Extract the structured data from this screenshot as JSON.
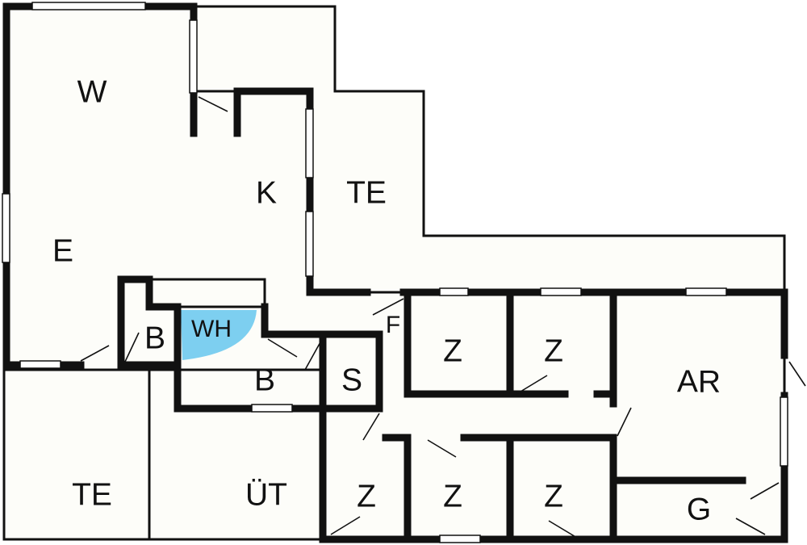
{
  "floor_plan": {
    "rooms": [
      {
        "id": "w",
        "label": "W"
      },
      {
        "id": "e",
        "label": "E"
      },
      {
        "id": "k",
        "label": "K"
      },
      {
        "id": "te1",
        "label": "TE"
      },
      {
        "id": "b1",
        "label": "B"
      },
      {
        "id": "wh",
        "label": "WH",
        "color": "#7dcff0"
      },
      {
        "id": "f",
        "label": "F"
      },
      {
        "id": "b2",
        "label": "B"
      },
      {
        "id": "s",
        "label": "S"
      },
      {
        "id": "z1",
        "label": "Z"
      },
      {
        "id": "z2",
        "label": "Z"
      },
      {
        "id": "ar",
        "label": "AR"
      },
      {
        "id": "te2",
        "label": "TE"
      },
      {
        "id": "ut",
        "label": "ÜT"
      },
      {
        "id": "z3",
        "label": "Z"
      },
      {
        "id": "z4",
        "label": "Z"
      },
      {
        "id": "z5",
        "label": "Z"
      },
      {
        "id": "g",
        "label": "G"
      }
    ],
    "colors": {
      "wall": "#111111",
      "floor": "#fdfdf9",
      "whirlpool": "#7dcff0"
    }
  }
}
